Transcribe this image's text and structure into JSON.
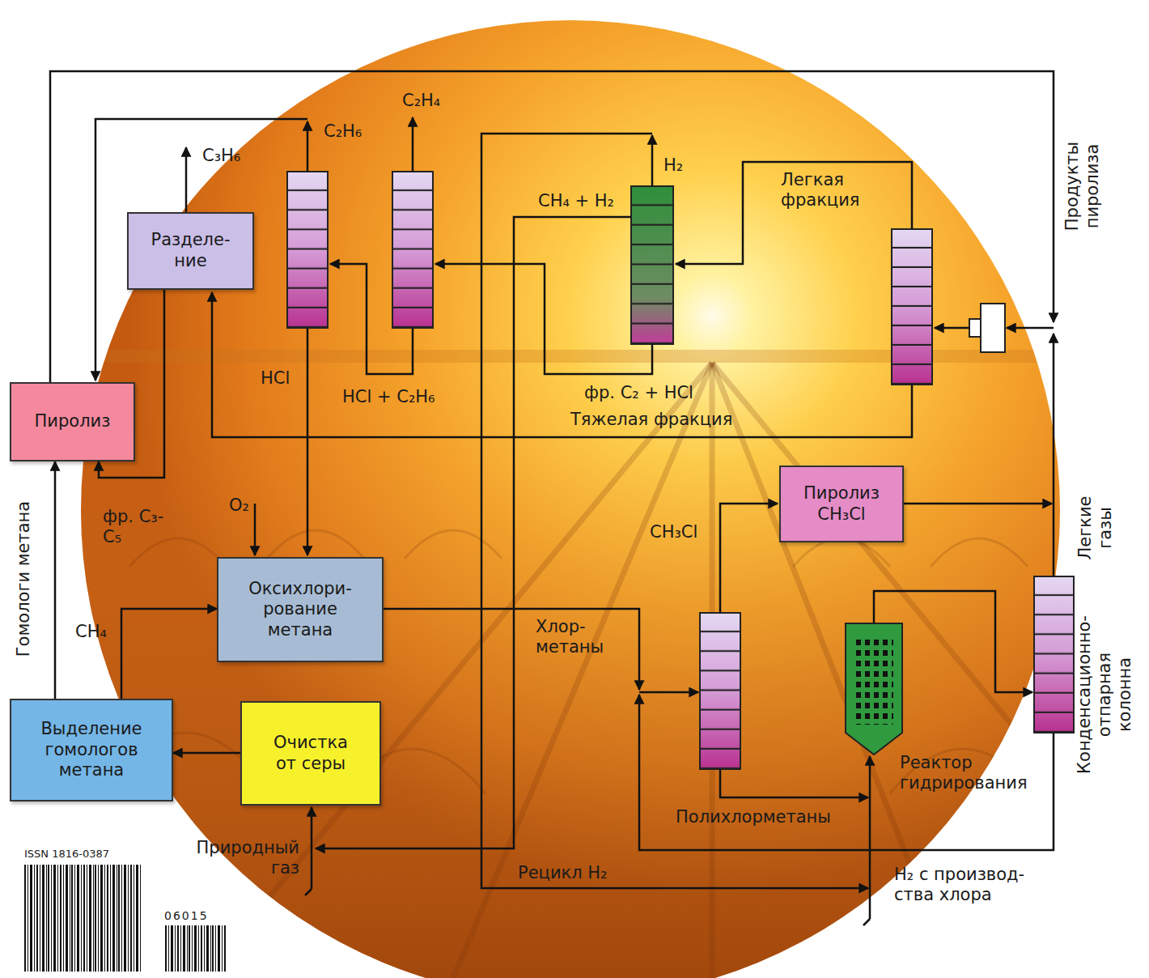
{
  "diagram": {
    "nodes": [
      {
        "text": [
          "Разделе- ние"
        ]
      },
      {
        "text": [
          "Пиролиз"
        ]
      },
      {
        "text": [
          "Пиролиз CH₃Cl"
        ]
      },
      {
        "text": [
          "Оксихлори- рование метана"
        ]
      },
      {
        "text": [
          "Выделение гомологов метана"
        ]
      },
      {
        "text": [
          "Очистка от серы"
        ]
      }
    ],
    "edges": [
      {
        "from": 0,
        "to": 1,
        "label": "фр. C₃-C₅",
        "arrow": "to"
      },
      {
        "from": 4,
        "to": 1,
        "label": "Гомологи метана",
        "arrow": "to"
      },
      {
        "from": 4,
        "to": 3,
        "label": "CH₄",
        "arrow": "to"
      },
      {
        "from": 5,
        "to": 4,
        "arrow": "to"
      }
    ],
    "labels": [
      "C₂H₄",
      "C₂H₆",
      "C₃H₆",
      "H₂",
      "Легкая фракция",
      "CH₄ + H₂",
      "Продукты пиролиза",
      "HCl",
      "HCl + C₂H₆",
      "фр. C₂ + HCl",
      "Тяжелая фракция",
      "O₂",
      "CH₃Cl",
      "Легкие газы",
      "Хлор- метаны",
      "Конденсационно- отпарная колонна",
      "Реактор гидрирования",
      "Полихлорметаны",
      "Природный газ",
      "Рецикл H₂",
      "H₂ с производ- ства хлора",
      "ISSN 1816-0387",
      "06015"
    ]
  }
}
